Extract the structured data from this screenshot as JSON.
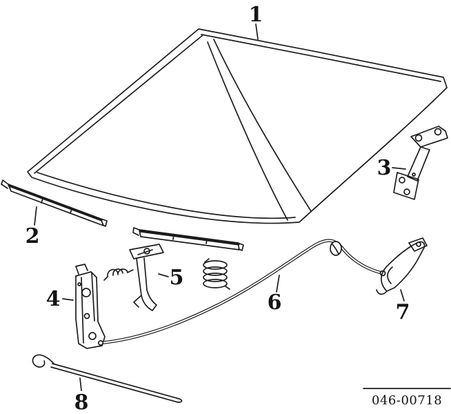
{
  "diagram": {
    "callouts": [
      "1",
      "2",
      "3",
      "4",
      "5",
      "6",
      "7",
      "8"
    ],
    "part_number": "046-00718",
    "colors": {
      "ink": "#1c1c1c",
      "paper": "#ffffff"
    }
  }
}
